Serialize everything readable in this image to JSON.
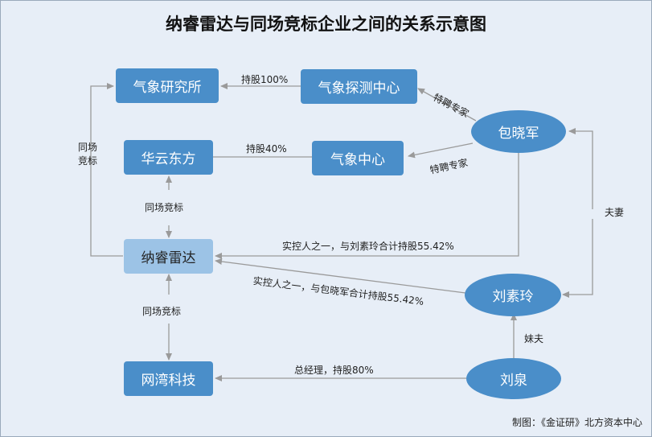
{
  "title": "纳睿雷达与同场竞标企业之间的关系示意图",
  "nodes": {
    "qixiang_institute": "气象研究所",
    "qixiang_probe_center": "气象探测中心",
    "baoxiaojun": "包晓军",
    "huayun": "华云东方",
    "qixiang_center": "气象中心",
    "nareida": "纳睿雷达",
    "liusuling": "刘素玲",
    "wangwan": "网湾科技",
    "liuquan": "刘泉"
  },
  "edges": {
    "hold100": "持股100%",
    "special_expert_1": "特聘专家",
    "hold40": "持股40%",
    "special_expert_2": "特聘专家",
    "same_bid_left_1": "同场",
    "same_bid_left_2": "竞标",
    "same_bid_huayun": "同场竞标",
    "same_bid_wangwan": "同场竞标",
    "couple": "夫妻",
    "control_bao": "实控人之一，与刘素玲合计持股55.42%",
    "control_liu": "实控人之一，与包晓军合计持股55.42%",
    "brother_in_law": "妹夫",
    "gm_hold80": "总经理，持股80%"
  },
  "credit": "制图：《金证研》北方资本中心",
  "colors": {
    "node": "#4a8ec9",
    "highlight_node": "#9cc3e6",
    "arrow": "#9a9a9a",
    "background": "#e7eef7"
  }
}
